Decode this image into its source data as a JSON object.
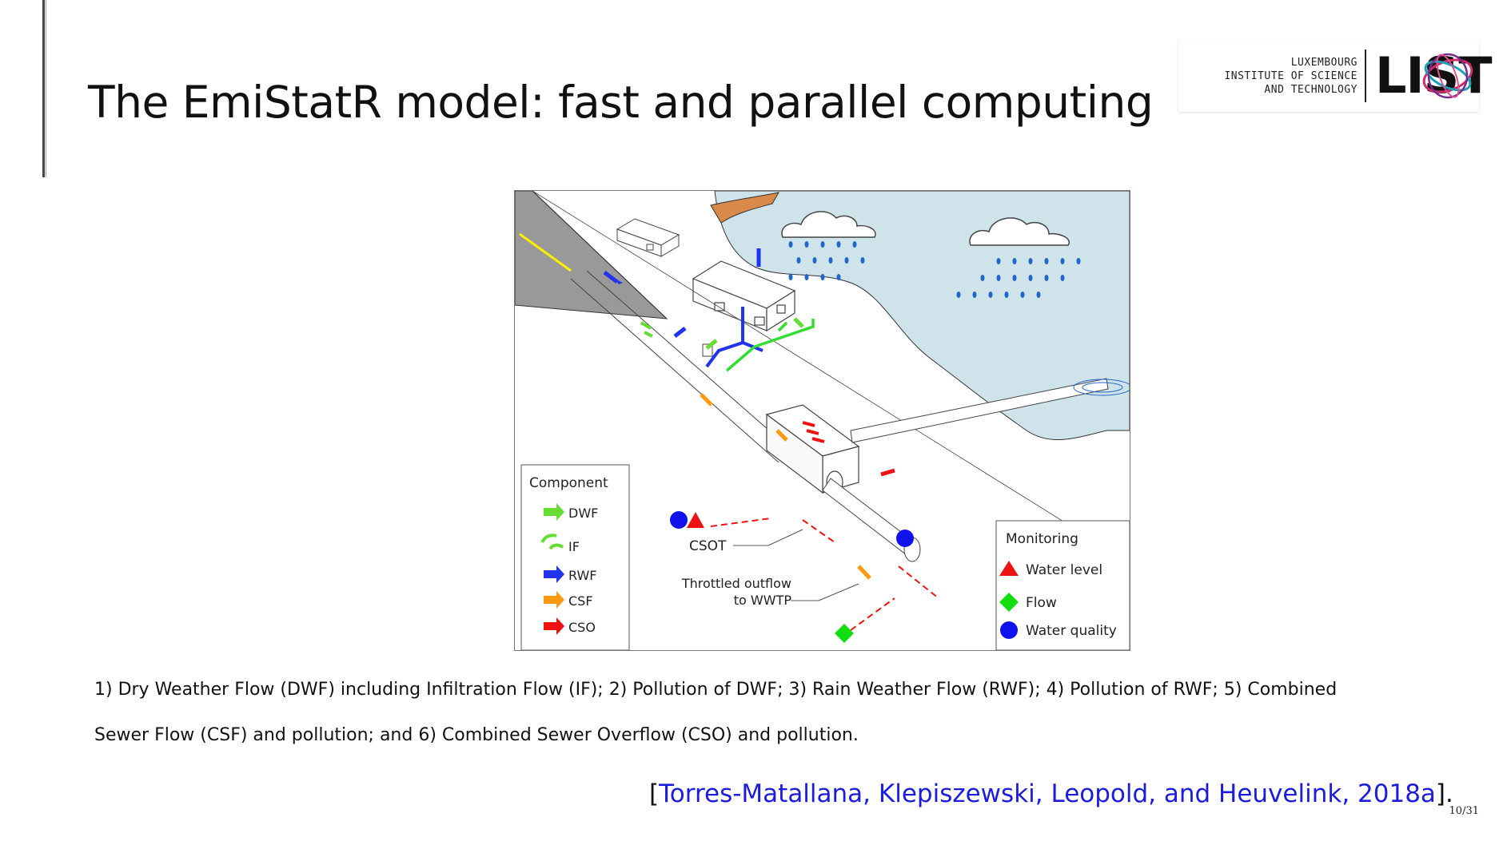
{
  "slide": {
    "title": "The EmiStatR model: fast and parallel computing",
    "page_number": "10/31"
  },
  "logo": {
    "line1": "LUXEMBOURG",
    "line2": "INSTITUTE OF SCIENCE",
    "line3": "AND TECHNOLOGY",
    "wordmark": "LIST",
    "icon": "orbit-icon"
  },
  "figure": {
    "component_legend": {
      "title": "Component",
      "items": [
        {
          "label": "DWF",
          "color": "#66dd33",
          "icon": "arrow-icon"
        },
        {
          "label": "IF",
          "color": "#66dd33",
          "icon": "curved-arrow-icon"
        },
        {
          "label": "RWF",
          "color": "#2233ee",
          "icon": "arrow-icon"
        },
        {
          "label": "CSF",
          "color": "#ff9911",
          "icon": "arrow-icon"
        },
        {
          "label": "CSO",
          "color": "#ee1111",
          "icon": "arrow-icon"
        }
      ]
    },
    "monitoring_legend": {
      "title": "Monitoring",
      "items": [
        {
          "label": "Water level",
          "color": "#ee1111",
          "icon": "triangle-icon"
        },
        {
          "label": "Flow",
          "color": "#11dd11",
          "icon": "diamond-icon"
        },
        {
          "label": "Water quality",
          "color": "#1111ee",
          "icon": "circle-icon"
        }
      ]
    },
    "label_csot": "CSOT",
    "label_throttled_line1": "Throttled outflow",
    "label_throttled_line2": "to WWTP",
    "colors": {
      "water": "#cfe4ea",
      "road": "#999999",
      "rain": "#2266cc",
      "river_bank": "#d98a4a"
    }
  },
  "caption": {
    "line1": "1) Dry Weather Flow (DWF) including Infiltration Flow (IF); 2) Pollution of DWF; 3) Rain Weather Flow (RWF); 4) Pollution of RWF; 5) Combined",
    "line2": "Sewer Flow (CSF) and pollution; and 6) Combined Sewer Overflow (CSO) and pollution."
  },
  "citation": {
    "open": "[",
    "text": "Torres-Matallana, Klepiszewski, Leopold, and Heuvelink, 2018a",
    "close": "]."
  }
}
